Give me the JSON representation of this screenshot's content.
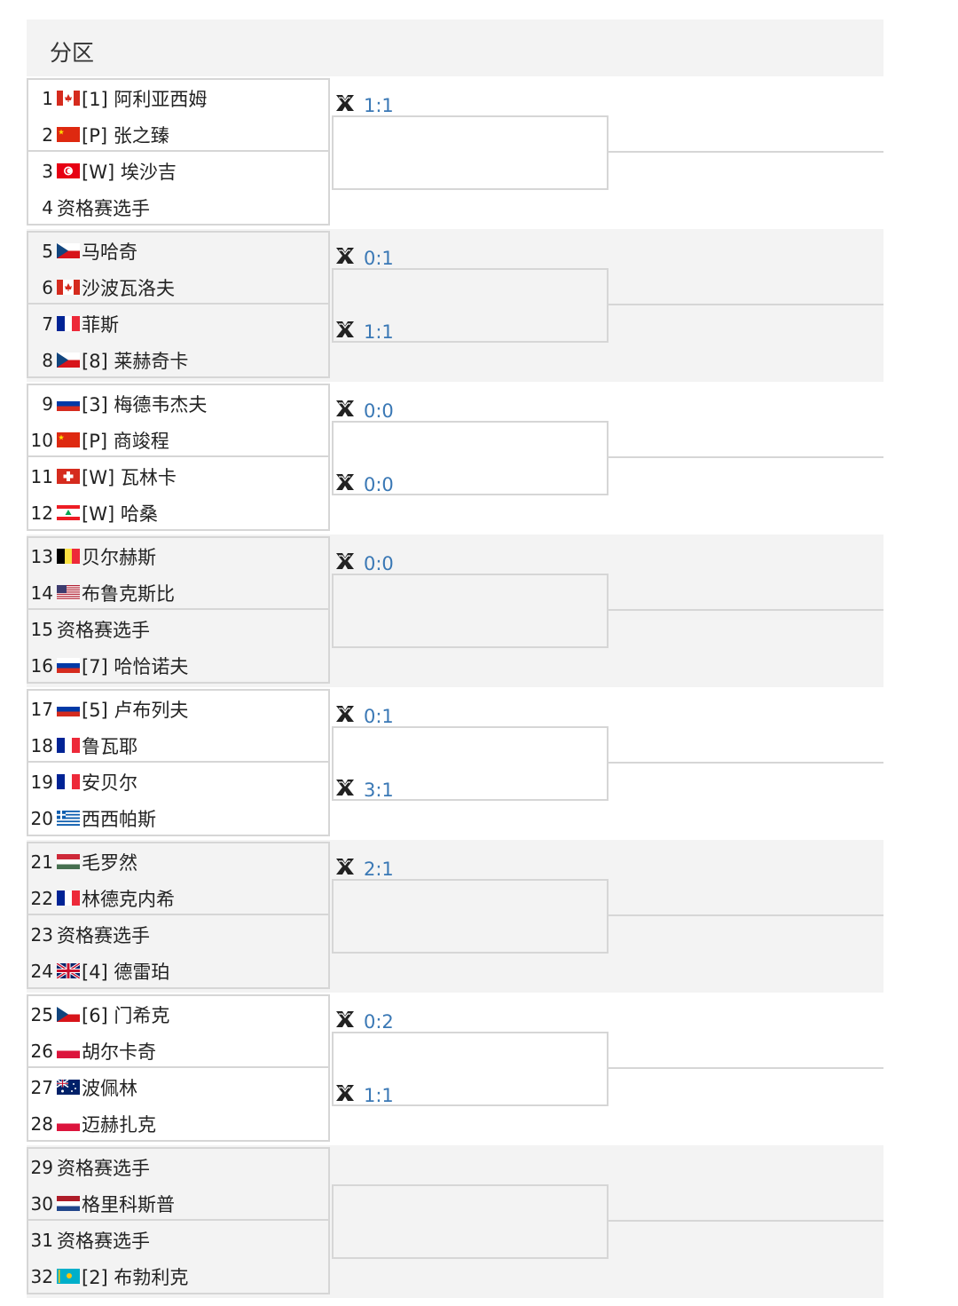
{
  "header": {
    "title": "分区"
  },
  "colors": {
    "score_blue": "#3a78b5",
    "line": "#d6d6d6",
    "band": "#f3f3f3"
  },
  "sections": [
    {
      "players": [
        {
          "seed": "1",
          "flag": "canada",
          "name": "[1] 阿利亚西姆"
        },
        {
          "seed": "2",
          "flag": "china",
          "name": "[P] 张之臻"
        },
        {
          "seed": "3",
          "flag": "tunisia",
          "name": "[W] 埃沙吉"
        },
        {
          "seed": "4",
          "flag": "",
          "name": "资格赛选手"
        }
      ],
      "scores": [
        "1:1",
        null
      ]
    },
    {
      "players": [
        {
          "seed": "5",
          "flag": "czech",
          "name": "马哈奇"
        },
        {
          "seed": "6",
          "flag": "canada",
          "name": "沙波瓦洛夫"
        },
        {
          "seed": "7",
          "flag": "france",
          "name": "菲斯"
        },
        {
          "seed": "8",
          "flag": "czech",
          "name": "[8] 莱赫奇卡"
        }
      ],
      "scores": [
        "0:1",
        "1:1"
      ]
    },
    {
      "players": [
        {
          "seed": "9",
          "flag": "russia",
          "name": "[3] 梅德韦杰夫"
        },
        {
          "seed": "10",
          "flag": "china",
          "name": "[P] 商竣程"
        },
        {
          "seed": "11",
          "flag": "swiss",
          "name": "[W] 瓦林卡"
        },
        {
          "seed": "12",
          "flag": "lebanon",
          "name": "[W] 哈桑"
        }
      ],
      "scores": [
        "0:0",
        "0:0"
      ]
    },
    {
      "players": [
        {
          "seed": "13",
          "flag": "belgium",
          "name": "贝尔赫斯"
        },
        {
          "seed": "14",
          "flag": "usa",
          "name": "布鲁克斯比"
        },
        {
          "seed": "15",
          "flag": "",
          "name": "资格赛选手"
        },
        {
          "seed": "16",
          "flag": "russia",
          "name": "[7] 哈恰诺夫"
        }
      ],
      "scores": [
        "0:0",
        null
      ]
    },
    {
      "players": [
        {
          "seed": "17",
          "flag": "russia",
          "name": "[5] 卢布列夫"
        },
        {
          "seed": "18",
          "flag": "france",
          "name": "鲁瓦耶"
        },
        {
          "seed": "19",
          "flag": "france",
          "name": "安贝尔"
        },
        {
          "seed": "20",
          "flag": "greece",
          "name": "西西帕斯"
        }
      ],
      "scores": [
        "0:1",
        "3:1"
      ]
    },
    {
      "players": [
        {
          "seed": "21",
          "flag": "hungary",
          "name": "毛罗然"
        },
        {
          "seed": "22",
          "flag": "france",
          "name": "林德克内希"
        },
        {
          "seed": "23",
          "flag": "",
          "name": "资格赛选手"
        },
        {
          "seed": "24",
          "flag": "uk",
          "name": "[4] 德雷珀"
        }
      ],
      "scores": [
        "2:1",
        null
      ]
    },
    {
      "players": [
        {
          "seed": "25",
          "flag": "czech",
          "name": "[6] 门希克"
        },
        {
          "seed": "26",
          "flag": "poland",
          "name": "胡尔卡奇"
        },
        {
          "seed": "27",
          "flag": "australia",
          "name": "波佩林"
        },
        {
          "seed": "28",
          "flag": "poland",
          "name": "迈赫扎克"
        }
      ],
      "scores": [
        "0:2",
        "1:1"
      ]
    },
    {
      "players": [
        {
          "seed": "29",
          "flag": "",
          "name": "资格赛选手"
        },
        {
          "seed": "30",
          "flag": "netherlands",
          "name": "格里科斯普"
        },
        {
          "seed": "31",
          "flag": "",
          "name": "资格赛选手"
        },
        {
          "seed": "32",
          "flag": "kazakhstan",
          "name": "[2] 布勃利克"
        }
      ],
      "scores": [
        null,
        null
      ]
    }
  ]
}
